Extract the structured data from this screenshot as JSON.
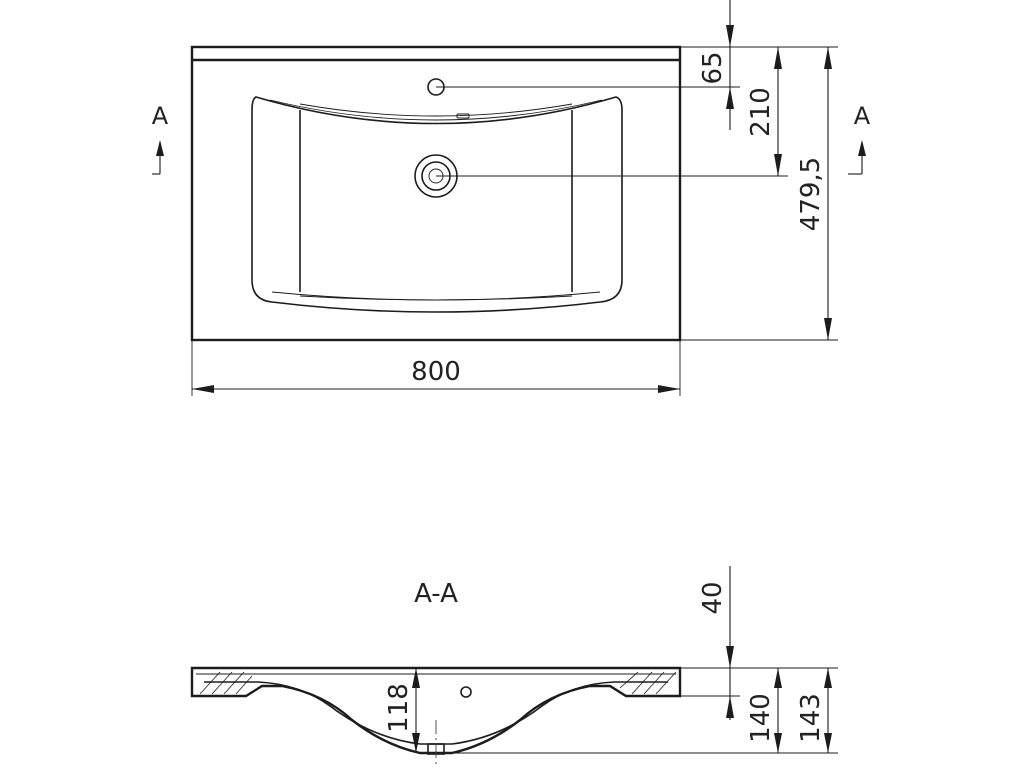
{
  "top_view": {
    "width_label": "800",
    "depth_label": "479,5",
    "tap_hole_offset_label": "65",
    "drain_offset_label": "210"
  },
  "section_marker": {
    "left_letter": "A",
    "right_letter": "A"
  },
  "section_view": {
    "title": "A-A",
    "rim_label": "40",
    "bowl_depth_label": "118",
    "inner_height_label": "140",
    "total_height_label": "143"
  }
}
